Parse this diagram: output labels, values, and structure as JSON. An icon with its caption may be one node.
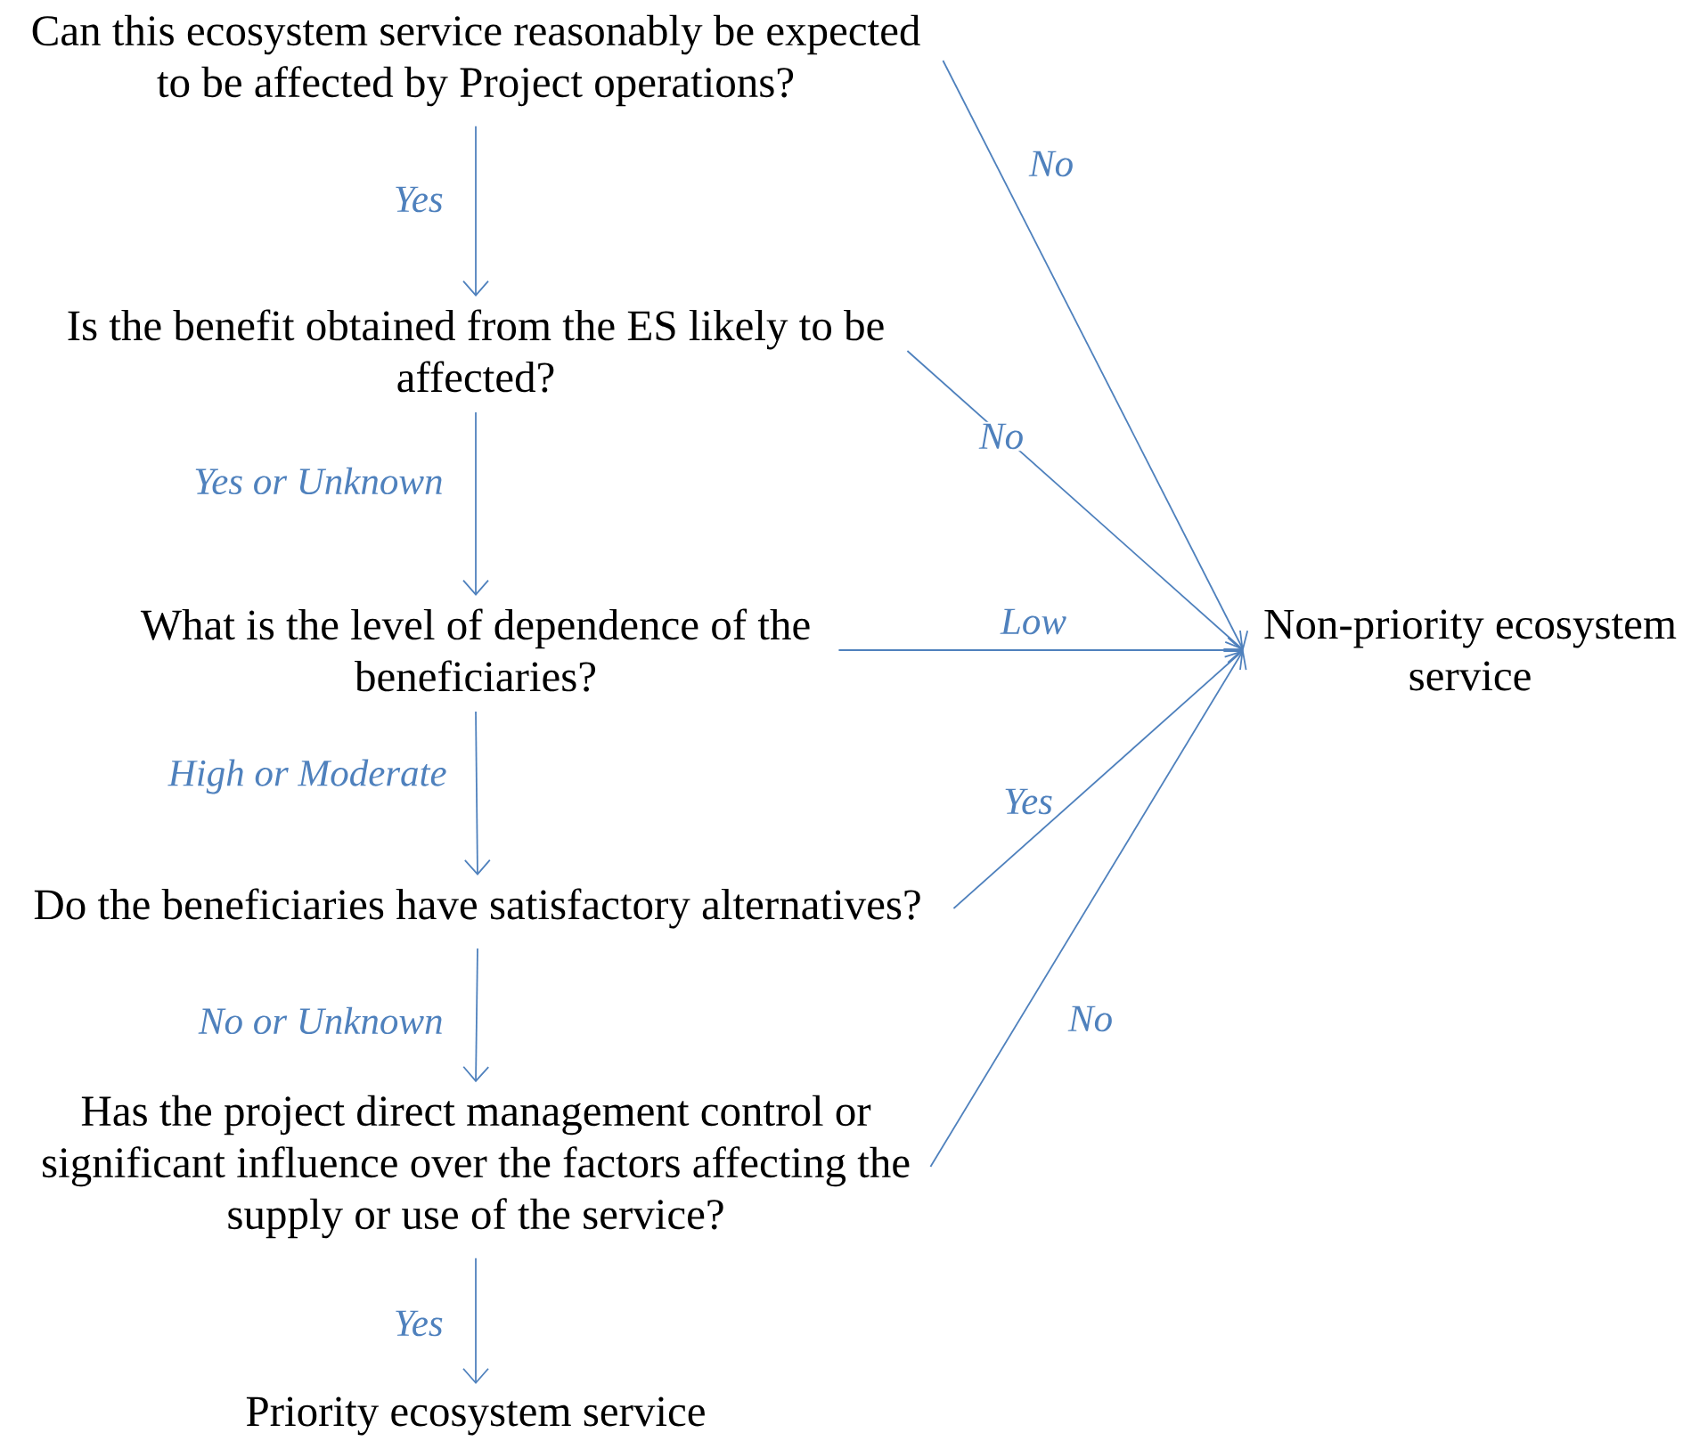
{
  "diagram": {
    "nodes": [
      {
        "text": [
          "Can this ecosystem service reasonably be expected to be affected by Project operations?"
        ]
      },
      {
        "text": [
          "Is the benefit obtained from the ES likely to be affected?"
        ]
      },
      {
        "text": [
          "What is the level of dependence of the beneficiaries?"
        ]
      },
      {
        "text": [
          "Do the beneficiaries have satisfactory alternatives?"
        ]
      },
      {
        "text": [
          "Has the project direct management control or significant influence over the factors affecting the supply or use of the service?"
        ]
      },
      {
        "text": [
          "Priority ecosystem service"
        ]
      },
      {
        "text": [
          "Non-priority ecosystem service"
        ]
      }
    ],
    "edges": [
      {
        "from": 0,
        "to": 1,
        "arrow": "to",
        "label": "Yes"
      },
      {
        "from": 1,
        "to": 2,
        "arrow": "to",
        "label": "Yes or Unknown"
      },
      {
        "from": 2,
        "to": 3,
        "arrow": "to",
        "label": "High or Moderate"
      },
      {
        "from": 3,
        "to": 4,
        "arrow": "to",
        "label": "No or Unknown"
      },
      {
        "from": 4,
        "to": 5,
        "arrow": "to",
        "label": "Yes"
      },
      {
        "from": 0,
        "to": 6,
        "arrow": "to",
        "label": "No"
      },
      {
        "from": 1,
        "to": 6,
        "arrow": "to",
        "label": "No"
      },
      {
        "from": 2,
        "to": 6,
        "arrow": "to",
        "label": "Low"
      },
      {
        "from": 3,
        "to": 6,
        "arrow": "to",
        "label": "Yes"
      },
      {
        "from": 4,
        "to": 6,
        "arrow": "to",
        "label": "No"
      }
    ]
  }
}
